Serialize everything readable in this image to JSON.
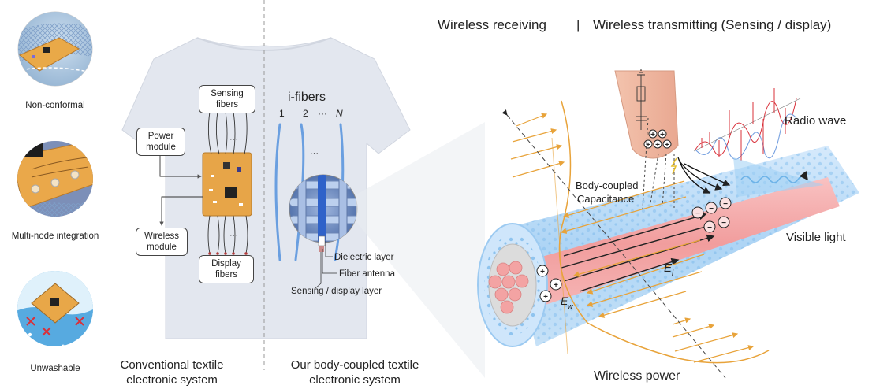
{
  "header": {
    "left": "Wireless receiving",
    "separator": "|",
    "right": "Wireless transmitting (Sensing / display)"
  },
  "left_panel": {
    "items": [
      {
        "caption": "Non-conformal"
      },
      {
        "caption": "Multi-node integration"
      },
      {
        "caption": "Unwashable"
      }
    ]
  },
  "shirt": {
    "left_title_line1": "Conventional textile",
    "left_title_line2": "electronic system",
    "right_title_line1": "Our body-coupled textile",
    "right_title_line2": "electronic system",
    "sensing_fibers_line1": "Sensing",
    "sensing_fibers_line2": "fibers",
    "power_module_line1": "Power",
    "power_module_line2": "module",
    "wireless_module_line1": "Wireless",
    "wireless_module_line2": "module",
    "display_fibers_line1": "Display",
    "display_fibers_line2": "fibers",
    "ellipsis": "···",
    "ifibers_title": "i-fibers",
    "fiber_1": "1",
    "fiber_2": "2",
    "fiber_dots": "···",
    "fiber_n": "N",
    "dielectric_layer": "Dielectric layer",
    "fiber_antenna": "Fiber antenna",
    "sensing_display_layer": "Sensing / display layer"
  },
  "right_panel": {
    "body_coupled_line1": "Body-coupled",
    "body_coupled_line2": "Capacitance",
    "radio_wave": "Radio wave",
    "visible_light": "Visible light",
    "wireless_power": "Wireless power",
    "ei_main": "E",
    "ei_sub": "i",
    "ew_main": "E",
    "ew_sub": "w",
    "plus": "+",
    "minus": "−"
  },
  "colors": {
    "orange": "#e8a33a",
    "radio_red": "#d9303a",
    "visible_blue": "#2f8fd8",
    "shirt": "#e3e7ef",
    "fiber_blue": "#6a9fe0",
    "pcb": "#e7a548",
    "fiber_core": "#f2a4a4"
  }
}
